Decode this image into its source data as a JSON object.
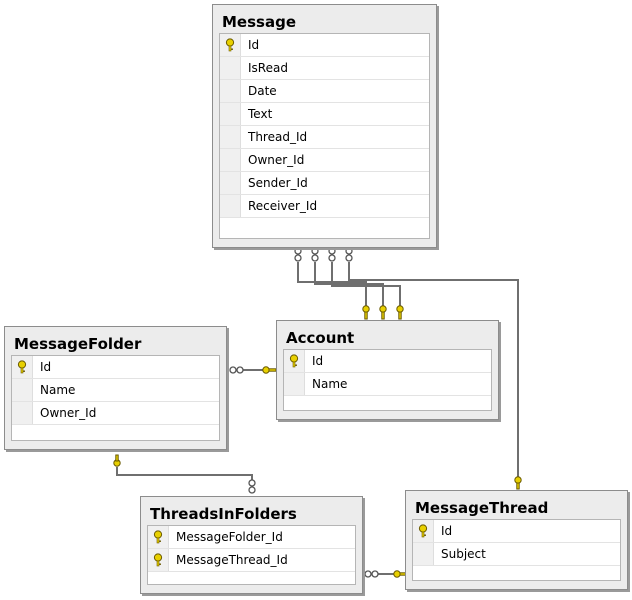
{
  "tables": {
    "message": {
      "title": "Message",
      "columns": [
        "Id",
        "IsRead",
        "Date",
        "Text",
        "Thread_Id",
        "Owner_Id",
        "Sender_Id",
        "Receiver_Id"
      ]
    },
    "account": {
      "title": "Account",
      "columns": [
        "Id",
        "Name"
      ]
    },
    "messagefolder": {
      "title": "MessageFolder",
      "columns": [
        "Id",
        "Name",
        "Owner_Id"
      ]
    },
    "threadsinfolders": {
      "title": "ThreadsInFolders",
      "columns": [
        "MessageFolder_Id",
        "MessageThread_Id"
      ]
    },
    "messagethread": {
      "title": "MessageThread",
      "columns": [
        "Id",
        "Subject"
      ]
    }
  },
  "key_color": "#d4b800",
  "connector_color": "#6f6f6f"
}
